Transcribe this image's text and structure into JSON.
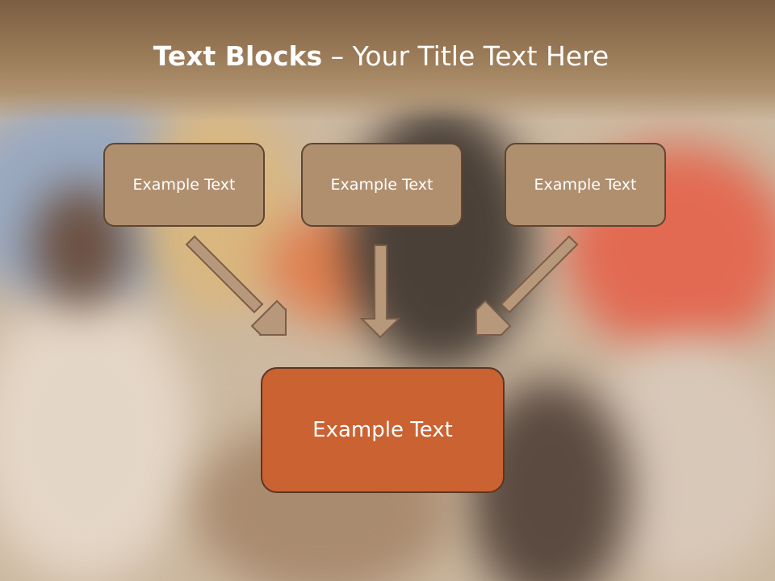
{
  "slide": {
    "title_bold": "Text Blocks",
    "title_rest": "– Your Title Text Here"
  },
  "blocks": [
    {
      "label": "Example Text"
    },
    {
      "label": "Example Text"
    },
    {
      "label": "Example Text"
    }
  ],
  "main_block": {
    "label": "Example Text"
  },
  "colors": {
    "title_band": "#7b5f43",
    "small_box_fill": "#b08f6f",
    "main_box_fill": "#cb6232",
    "arrow_fill": "#b8987a"
  }
}
